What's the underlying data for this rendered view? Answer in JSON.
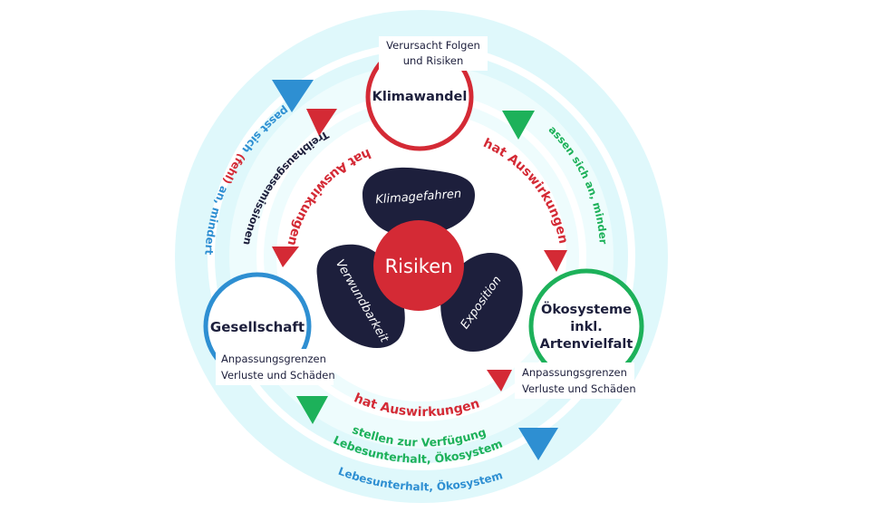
{
  "nodes": {
    "climate": {
      "title": "Klimawandel",
      "note_line1": "Verursacht Folgen",
      "note_line2": "und Risiken"
    },
    "society": {
      "title": "Gesellschaft",
      "note_line1": "Anpassungsgrenzen",
      "note_line2": "Verluste und Schäden"
    },
    "ecosystems": {
      "title_line1": "Ökosysteme",
      "title_line2": "inkl.",
      "title_line3": "Artenvielfalt",
      "note_line1": "Anpassungsgrenzen",
      "note_line2": "Verluste und Schäden"
    }
  },
  "center": {
    "risk_label": "Risiken",
    "hazards_label": "Klimagefahren",
    "vulnerability_label": "Verwundbarkeit",
    "exposure_label": "Exposition"
  },
  "relations": {
    "climate_to_society": "hat Auswirkungen",
    "climate_to_ecosystems": "hat Auswirkungen",
    "ecosystems_to_society": "hat Auswirkungen",
    "society_emissions": "Treibhausgasemissionen",
    "society_adapts_prefix": "passt sich ",
    "society_adapts_paren": "(fehl)",
    "society_adapts_suffix": " an, mindert",
    "ecosystems_adapt": "passen sich an, mindern",
    "ecosystems_provide_line1": "stellen zur Verfügung",
    "ecosystems_provide_line2": "Lebesunterhalt, Ökosystem",
    "outer_livelihood": "Lebesunterhalt, Ökosystem"
  },
  "colors": {
    "red": "#d42a35",
    "green": "#1db15a",
    "blue": "#2e8fd2",
    "navy": "#1d1f3c",
    "ring_light": "#dff8fb",
    "ring_inner": "#eefcfd"
  }
}
